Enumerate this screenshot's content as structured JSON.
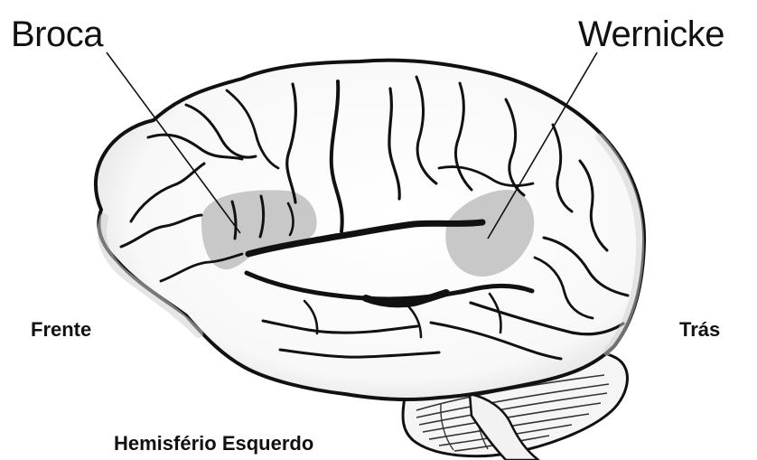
{
  "labels": {
    "broca": "Broca",
    "wernicke": "Wernicke",
    "front": "Frente",
    "back": "Trás",
    "hemisphere": "Hemisfério Esquerdo"
  },
  "colors": {
    "outline": "#111111",
    "brain_fill": "#ffffff",
    "shadow": "#d9d9d9",
    "highlight_area": "#c7c7c7",
    "text": "#111111"
  }
}
